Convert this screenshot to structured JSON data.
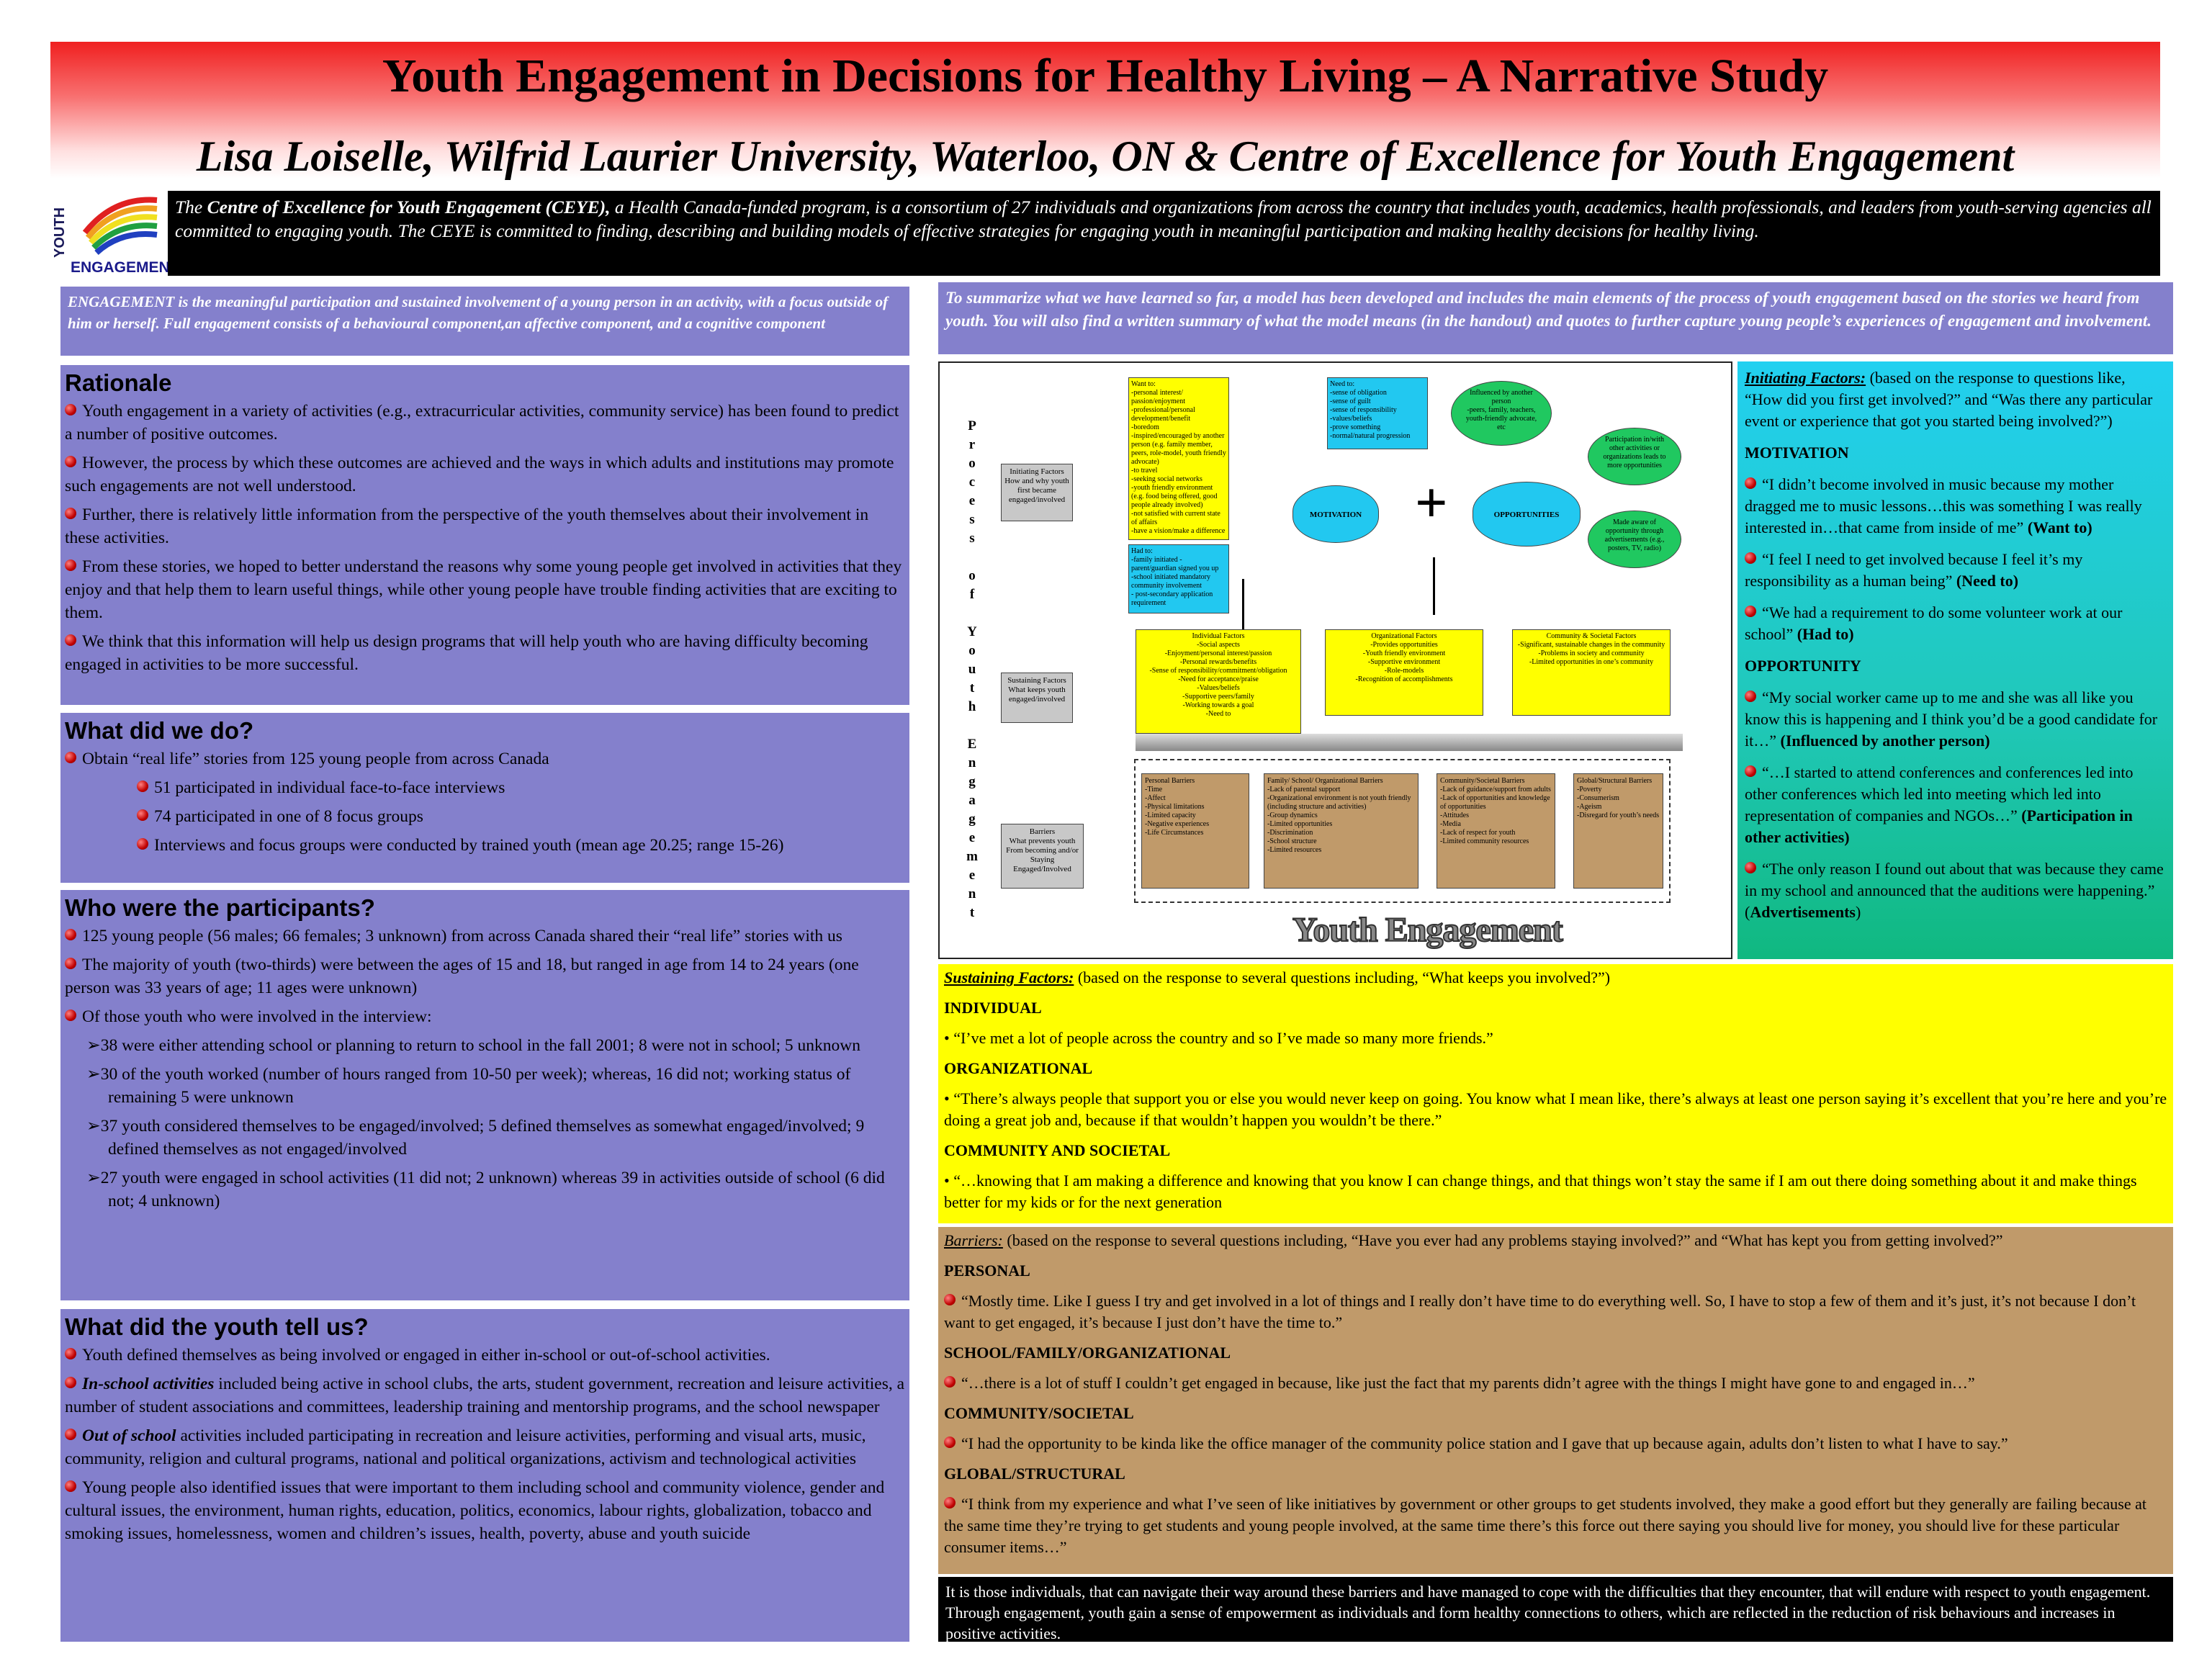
{
  "header": {
    "title": "Youth Engagement in Decisions for Healthy Living – A Narrative Study",
    "author": "Lisa Loiselle, Wilfrid Laurier University, Waterloo, ON & Centre of Excellence for Youth Engagement"
  },
  "logo": {
    "line1": "YOUTH",
    "line2": "ENGAGEMENT"
  },
  "ceye": {
    "lead": "The ",
    "name": "Centre of Excellence for Youth Engagement (CEYE),",
    "text": " a Health Canada-funded program, is a consortium of 27 individuals and organizations from across the country that includes youth, academics, health professionals, and leaders from youth-serving agencies all committed to engaging youth. The CEYE is committed to finding, describing and building models of effective strategies for engaging youth in meaningful participation and making healthy decisions for healthy living."
  },
  "engagement_def": "ENGAGEMENT  is the meaningful participation and sustained involvement of a young person in an activity, with a focus outside of him or herself. Full engagement consists of a behavioural component,an affective component, and a cognitive component",
  "rationale": {
    "title": "Rationale",
    "points": [
      "Youth engagement in a variety of activities (e.g., extracurricular activities, community service) has been found to predict a number of positive outcomes.",
      "However, the process by which these outcomes are achieved and the ways in which adults and institutions may promote such engagements are not well understood.",
      "Further, there is relatively little information from the perspective of the youth themselves about their involvement in these activities.",
      "From these stories, we hoped to better understand the reasons why some young people get involved in activities that they enjoy and that help them to learn useful things, while other young people have trouble finding activities that are exciting to them.",
      "We think that this information will help us design programs that will help youth who are having difficulty becoming engaged in activities to be more successful."
    ]
  },
  "what_did": {
    "title": "What did we do?",
    "points": [
      "Obtain “real life” stories from 125 young people from across Canada",
      "51 participated in individual face-to-face interviews",
      "74 participated in one of 8 focus groups",
      "Interviews and focus groups were conducted by trained youth (mean age 20.25; range 15-26)"
    ]
  },
  "participants": {
    "title": "Who were the participants?",
    "points": [
      "125 young people (56 males; 66 females; 3 unknown) from across Canada shared their “real life” stories with us",
      "The majority of youth (two-thirds) were between the ages of 15 and 18, but ranged in age from 14 to 24 years (one person was 33 years of age; 11 ages were unknown)",
      "Of those youth who were involved in the interview:"
    ],
    "subpoints": [
      "38 were either attending school or planning to return to school in the fall 2001; 8 were not in school; 5 unknown",
      "30 of the youth worked (number of hours ranged from 10-50 per week); whereas, 16 did not; working status of remaining 5 were unknown",
      "37 youth considered themselves to be engaged/involved; 5 defined themselves as somewhat engaged/involved; 9 defined themselves as not engaged/involved",
      "27 youth were engaged in school activities (11 did not; 2 unknown) whereas 39 in activities outside of school (6 did not; 4 unknown)"
    ]
  },
  "tell": {
    "title": "What did the youth tell us?",
    "p1": "Youth defined themselves as being involved or engaged in either in-school or out-of-school activities.",
    "p2_lead": "In-school activities",
    "p2": " included being active in school clubs, the arts, student government, recreation and leisure activities, a number of student associations and committees, leadership training and mentorship programs, and the school newspaper",
    "p3_lead": "Out of school",
    "p3": " activities included participating in recreation and leisure activities, performing and visual arts, music, community, religion and cultural programs, national and political organizations, activism and technological activities",
    "p4": "Young people also identified issues that were important to them including school and community violence, gender and cultural issues, the environment, human rights, education, politics, economics, labour rights, globalization, tobacco and smoking issues, homelessness, women and children’s issues, health, poverty, abuse and youth suicide"
  },
  "summary": "To summarize what we have learned so far, a model has been developed and includes the main elements of the process of youth engagement based on the stories we heard from youth. You will also find a written summary of what the model means (in the handout) and quotes to further capture young people’s experiences of engagement and involvement.",
  "model": {
    "vertical": [
      "P",
      "r",
      "o",
      "c",
      "e",
      "s",
      "s",
      "",
      "o",
      "f",
      "",
      "Y",
      "o",
      "u",
      "t",
      "h",
      "",
      "E",
      "n",
      "g",
      "a",
      "g",
      "e",
      "m",
      "e",
      "n",
      "t"
    ],
    "initiating_label": "Initiating Factors\nHow and why youth first became engaged/involved",
    "sustaining_label": "Sustaining Factors\nWhat keeps youth engaged/involved",
    "barriers_label": "Barriers\nWhat prevents youth From becoming and/or Staying Engaged/Involved",
    "want_to": "Want to:\n-personal interest/ passion/enjoyment\n-professional/personal development/benefit\n-boredom\n-inspired/encouraged by another person (e.g. family member, peers, role-model, youth friendly advocate)\n-to travel\n-seeking social networks\n-youth friendly environment (e.g. food being offered, good people already involved)\n-not satisfied with current state of affairs\n-have a vision/make a difference",
    "need_to": "Need to:\n-sense of obligation\n-sense of guilt\n-sense of responsibility\n-values/beliefs\n-prove something\n-normal/natural progression",
    "had_to": "Had to:\n-family initiated - parent/guardian signed you up\n-school initiated mandatory community involvement\n- post-secondary application requirement",
    "motivation": "MOTIVATION",
    "opportunities": "OPPORTUNITIES",
    "plus": "+",
    "oval1": "Influenced by another person\n-peers, family, teachers, youth-friendly advocate, etc",
    "oval2": "Participation in/with other activities or organizations leads to more opportunities",
    "oval3": "Made aware of opportunity through advertisements (e.g., posters, TV, radio)",
    "individual": "Individual Factors\n-Social aspects\n-Enjoyment/personal interest/passion\n-Personal rewards/benefits\n-Sense of responsibility/commitment/obligation\n-Need for acceptance/praise\n-Values/beliefs\n-Supportive peers/family\n-Working towards a goal\n-Need to",
    "organizational": "Organizational Factors\n-Provides opportunities\n-Youth friendly  environment\n-Supportive environment\n-Role-models\n-Recognition of accomplishments",
    "community": "Community & Societal Factors\n-Significant, sustainable changes in the community\n-Problems in society and community\n-Limited opportunities in one’s community",
    "b_personal": "Personal Barriers\n-Time\n-Affect\n-Physical limitations\n-Limited capacity\n-Negative experiences\n-Life Circumstances",
    "b_family": "Family/ School/ Organizational Barriers\n-Lack of parental support\n-Organizational environment is not youth friendly (including structure and activities)\n-Group dynamics\n-Limited opportunities\n-Discrimination\n-School structure\n-Limited resources",
    "b_community": "Community/Societal Barriers\n-Lack of guidance/support from adults\n-Lack of opportunities and knowledge of opportunities\n-Attitudes\n-Media\n-Lack of respect for youth\n-Limited community resources",
    "b_global": "Global/Structural Barriers\n-Poverty\n-Consumerism\n-Ageism\n-Disregard for youth’s needs",
    "ye_text": "Youth Engagement"
  },
  "initiating": {
    "head": "Initiating Factors:",
    "intro": " (based on the response to questions like, “How did you first get involved?” and “Was there any particular event or experience that got you started being involved?”)",
    "motivation": "MOTIVATION",
    "q1": "“I didn’t become involved in music because my mother dragged me to music lessons…this was something I was really interested in…that came from inside of me”",
    "q1_tag": " (Want to)",
    "q2": "“I feel I need to get involved because I feel it’s my responsibility as a human being”",
    "q2_tag": " (Need to)",
    "q3": "“We had a requirement to do some volunteer work at our school”",
    "q3_tag": " (Had to)",
    "opportunity": "OPPORTUNITY",
    "q4": "“My social worker came up to me and she was all like you know this is happening and I think you’d be a good candidate for it…”",
    "q4_tag": " (Influenced by another person)",
    "q5": "“…I started to attend conferences and conferences led into other conferences which led into meeting which led into representation of companies and NGOs…”",
    "q5_tag": " (Participation in other activities)",
    "q6": "“The only reason I found out about that was because they came in my school and announced that the auditions were happening.”",
    "q6_tag": "Advertisements"
  },
  "sustaining": {
    "head": "Sustaining Factors:",
    "intro": "    (based on the response to several questions including, “What keeps you involved?”)",
    "individual": "INDIVIDUAL",
    "q1": "• “I’ve met a lot of people across the country and so I’ve made so many more friends.”",
    "organizational": "ORGANIZATIONAL",
    "q2": "• “There’s always people that support you or else you would never keep on going. You know what I mean like, there’s always at least one person saying it’s excellent that you’re here and you’re doing a great job and, because if that wouldn’t happen you wouldn’t be there.”",
    "community": "COMMUNITY AND SOCIETAL",
    "q3": "• “…knowing that I am making a difference and knowing that you know I can change things, and that things won’t stay the same if I am out there doing something about it and make things better for my kids or for the next generation"
  },
  "barriers": {
    "head": "Barriers:",
    "intro": " (based on the response to several questions including, “Have you ever had any problems staying involved?” and “What has kept you from getting involved?”",
    "personal": "PERSONAL",
    "q1": "“Mostly time. Like I guess I try and get involved in a lot of things and I really don’t have time to do everything well. So, I have to stop a few of them and it’s just, it’s not because I don’t want to get engaged, it’s because I just don’t have the time to.”",
    "school": "SCHOOL/FAMILY/ORGANIZATIONAL",
    "q2": "“…there is a lot of stuff I couldn’t get engaged in because, like just the fact that my parents didn’t agree with the things I might have gone to and engaged in…”",
    "community": "COMMUNITY/SOCIETAL",
    "q3": "“I had the opportunity to be kinda like the office manager of the community police station and I gave that up because again, adults don’t listen to what I have to say.”",
    "global": "GLOBAL/STRUCTURAL",
    "q4": "“I think from my experience and what I’ve seen of like initiatives by government or other groups to get students involved, they make a good effort but they generally are failing because at the same time they’re trying to get students and young people involved, at the same time there’s this force out there saying you should live for money, you should live for these particular consumer items…”"
  },
  "closing": "It is those individuals, that can navigate their way around these barriers and have managed to cope with the difficulties that they encounter, that will endure with respect to youth engagement. Through engagement, youth gain a sense of empowerment as individuals and form healthy connections to others, which are reflected in the reduction of risk behaviours and increases in positive activities."
}
